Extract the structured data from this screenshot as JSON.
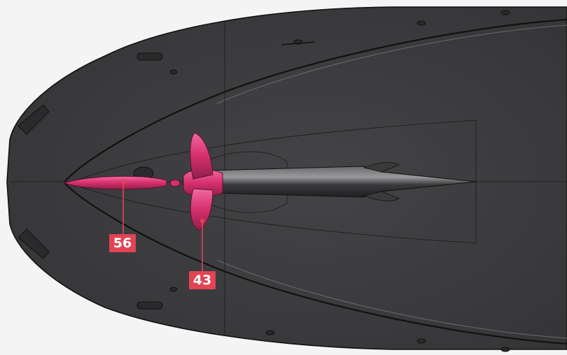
{
  "callouts": [
    {
      "id": "56",
      "label": "56",
      "part": "forward-hub-cap"
    },
    {
      "id": "43",
      "label": "43",
      "part": "propeller"
    }
  ],
  "colors": {
    "background": "#f4f4f4",
    "hull": "#3f3f41",
    "hull_dark": "#2b2b2d",
    "outline": "#111111",
    "highlight_part": "#d62f6c",
    "callout_bg": "#e04455",
    "callout_text": "#ffffff"
  }
}
